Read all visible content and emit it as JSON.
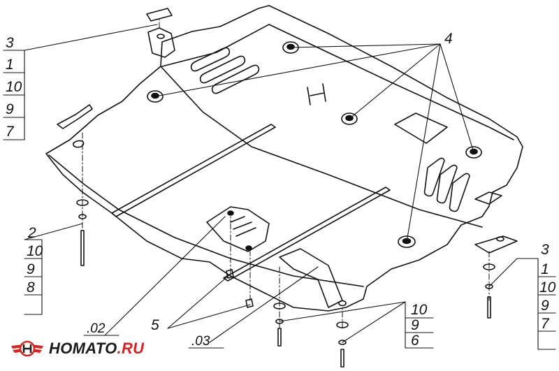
{
  "callouts": {
    "top_left": [
      "3",
      "1",
      "10",
      "9",
      "7"
    ],
    "mid_left": [
      "2",
      "10",
      "9",
      "8"
    ],
    "right": [
      "3",
      "1",
      "10",
      "9",
      "7"
    ],
    "bottom_mid": [
      "10",
      "9",
      "6"
    ],
    "label_4": "4",
    "label_5": "5",
    "label_02": ".02",
    "label_03": ".03"
  },
  "brand": {
    "name": "HOMATO",
    "suffix": ".RU",
    "logo_color": "#d8231f",
    "text_color": "#1a1a1a"
  }
}
